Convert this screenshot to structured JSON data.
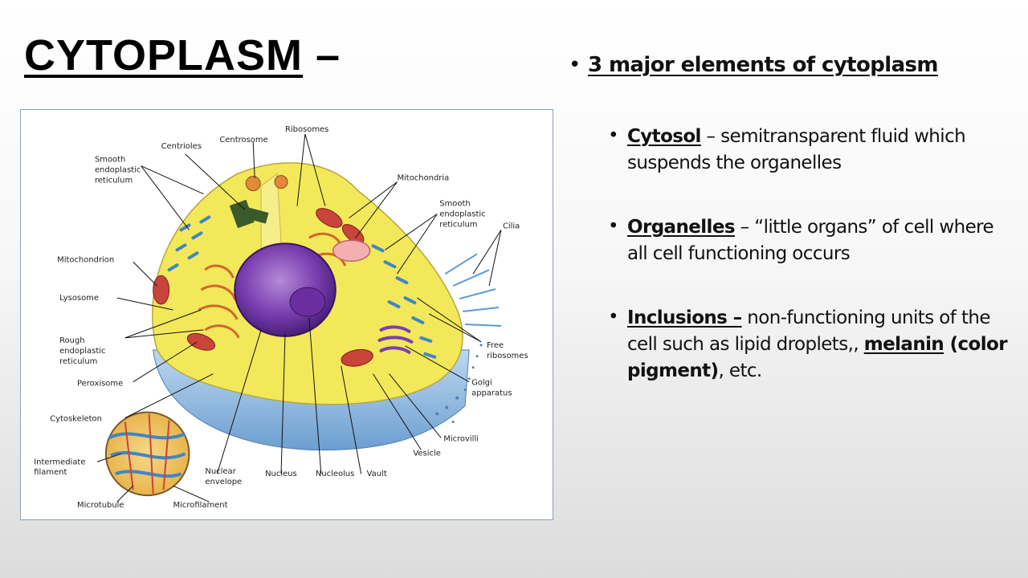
{
  "slide": {
    "title_main": "CYTOPLASM",
    "title_dash": " –",
    "main_bullet": "3 major elements of cytoplasm",
    "items": [
      {
        "term": "Cytosol",
        "sep": " – ",
        "text": "semitransparent fluid which suspends the organelles"
      },
      {
        "term": "Organelles",
        "sep": " – ",
        "text": "“little organs” of cell where all cell functioning occurs"
      },
      {
        "term": "Inclusions –",
        "sep": " ",
        "text": "non-functioning units of the cell such as lipid droplets,, ",
        "extra_term": "melanin",
        "extra_bold": " (color pigment)",
        "tail": ",  etc."
      }
    ]
  },
  "diagram": {
    "labels": {
      "centrioles": "Centrioles",
      "centrosome": "Centrosome",
      "ribosomes": "Ribosomes",
      "smooth_er_1": "Smooth",
      "smooth_er_2": "endoplastic",
      "smooth_er_3": "reticulum",
      "mitochondria": "Mitochondria",
      "smooth_er_r1": "Smooth",
      "smooth_er_r2": "endoplastic",
      "smooth_er_r3": "reticulum",
      "cilia": "Cilia",
      "mitochondrion": "Mitochondrion",
      "lysosome": "Lysosome",
      "rough_er_1": "Rough",
      "rough_er_2": "endoplastic",
      "rough_er_3": "reticulum",
      "peroxisome": "Peroxisome",
      "free_ribosomes_1": "Free",
      "free_ribosomes_2": "ribosomes",
      "golgi_1": "Golgi",
      "golgi_2": "apparatus",
      "cytoskeleton": "Cytoskeleton",
      "microvilli": "Microvilli",
      "vesicle": "Vesicle",
      "intermediate_1": "Intermediate",
      "intermediate_2": "filament",
      "nuclear_env_1": "Nuclear",
      "nuclear_env_2": "envelope",
      "nucleus": "Nucleus",
      "nucleolus": "Nucleolus",
      "vault": "Vault",
      "microtubule": "Microtubule",
      "microfilament": "Microfilament"
    }
  }
}
